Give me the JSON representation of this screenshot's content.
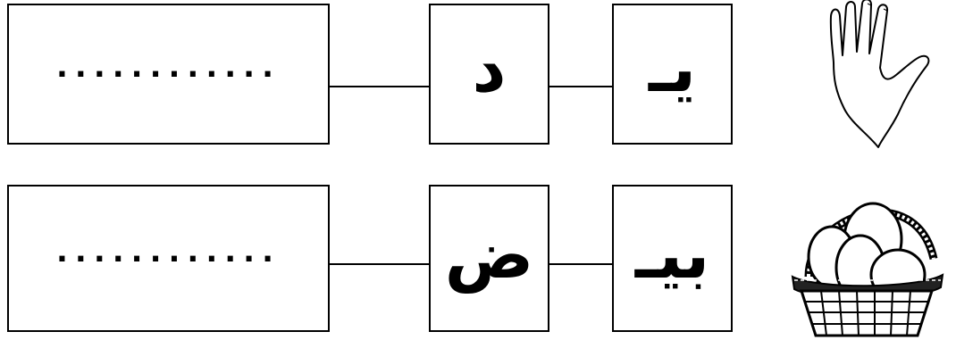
{
  "rows": [
    {
      "answer_placeholder": "............",
      "middle_letter": "د",
      "first_letter": "يـ",
      "picture": "hand-picture"
    },
    {
      "answer_placeholder": "............",
      "middle_letter": "ض",
      "first_letter": "بيـ",
      "picture": "egg-basket-picture"
    }
  ]
}
